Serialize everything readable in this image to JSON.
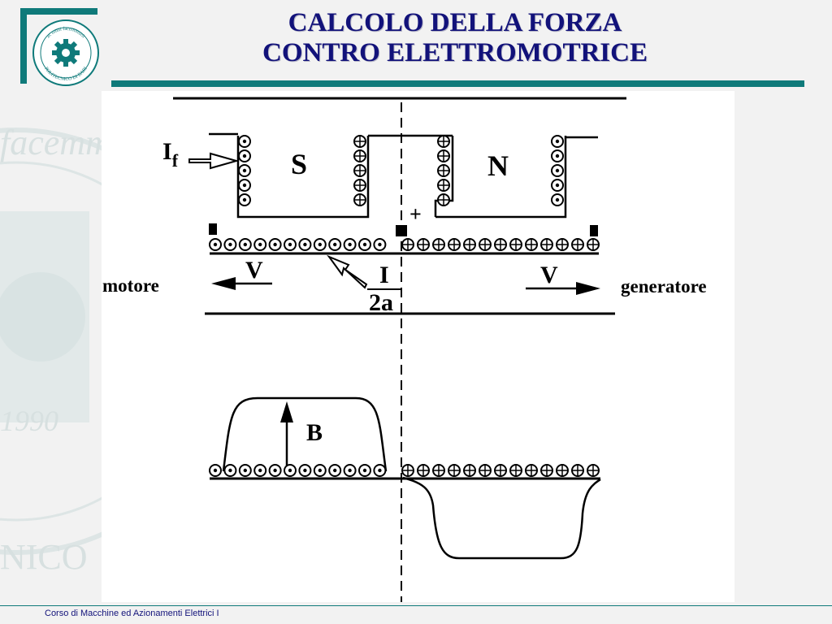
{
  "slide": {
    "title_line1": "CALCOLO DELLA FORZA",
    "title_line2": "CONTRO ELETTROMOTRICE",
    "footer": "Corso di Macchine ed Azionamenti Elettrici I",
    "logo": {
      "text_top": "ac omni facemmurit",
      "text_bottom": "POLITECNICO DI BARI",
      "icon": "gear-seal-icon"
    },
    "watermark": {
      "text": "facemm",
      "year": "1990",
      "bottom": "NICO"
    }
  },
  "diagram": {
    "labels": {
      "field_current": "I",
      "field_current_sub": "f",
      "south_pole": "S",
      "north_pole": "N",
      "plus": "+",
      "velocity_left": "V",
      "velocity_right": "V",
      "left_mode": "motore",
      "right_mode": "generatore",
      "current_num": "I",
      "current_den": "2a",
      "flux_density": "B"
    },
    "colors": {
      "ink": "#000000",
      "accent": "#0f7a7a",
      "title": "#12127a"
    }
  }
}
